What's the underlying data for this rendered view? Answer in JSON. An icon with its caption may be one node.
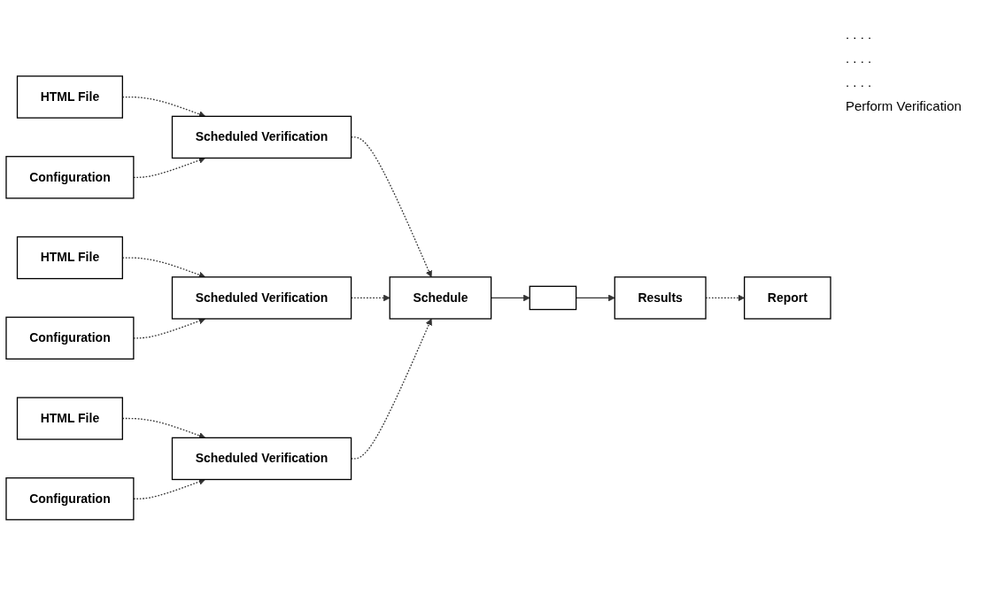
{
  "diagram": {
    "nodes": [
      {
        "text": [
          "HTML File"
        ]
      },
      {
        "text": [
          "Configuration"
        ]
      },
      {
        "text": [
          "Scheduled Verification"
        ]
      },
      {
        "text": [
          "HTML File"
        ]
      },
      {
        "text": [
          "Configuration"
        ]
      },
      {
        "text": [
          "Scheduled Verification"
        ]
      },
      {
        "text": [
          "HTML File"
        ]
      },
      {
        "text": [
          "Configuration"
        ]
      },
      {
        "text": [
          "Scheduled Verification"
        ]
      },
      {
        "text": [
          "Schedule"
        ]
      },
      {
        "text": [],
        "shape": "box"
      },
      {
        "text": [
          "Results"
        ]
      },
      {
        "text": [
          "Report"
        ]
      }
    ],
    "edges": [
      {
        "from": 0,
        "to": 2,
        "arrow": "to",
        "style": "dashed"
      },
      {
        "from": 1,
        "to": 2,
        "arrow": "to",
        "style": "dashed"
      },
      {
        "from": 3,
        "to": 5,
        "arrow": "to",
        "style": "dashed"
      },
      {
        "from": 4,
        "to": 5,
        "arrow": "to",
        "style": "dashed"
      },
      {
        "from": 6,
        "to": 8,
        "arrow": "to",
        "style": "dashed"
      },
      {
        "from": 7,
        "to": 8,
        "arrow": "to",
        "style": "dashed"
      },
      {
        "from": 2,
        "to": 9,
        "arrow": "to",
        "style": "dashed"
      },
      {
        "from": 5,
        "to": 9,
        "arrow": "to",
        "style": "dashed"
      },
      {
        "from": 8,
        "to": 9,
        "arrow": "to",
        "style": "dashed"
      },
      {
        "from": 9,
        "to": 10,
        "arrow": "to"
      },
      {
        "from": 10,
        "to": 11,
        "arrow": "to"
      },
      {
        "from": 11,
        "to": 12,
        "arrow": "to",
        "style": "dashed"
      }
    ],
    "labels": [
      ". . . .",
      ". . . .",
      ". . . .",
      "Perform Verification"
    ]
  }
}
